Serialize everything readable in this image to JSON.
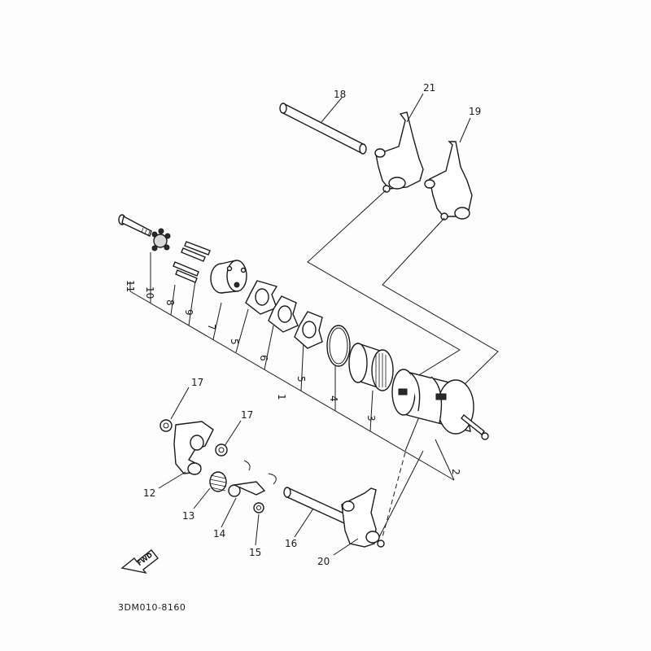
{
  "diagram_code": "3DM010-8160",
  "fwd_label": "FWD",
  "callouts": [
    {
      "id": "c1",
      "text": "1"
    },
    {
      "id": "c2",
      "text": "2"
    },
    {
      "id": "c3",
      "text": "3"
    },
    {
      "id": "c4",
      "text": "4"
    },
    {
      "id": "c5a",
      "text": "5"
    },
    {
      "id": "c5b",
      "text": "5"
    },
    {
      "id": "c6",
      "text": "6"
    },
    {
      "id": "c7",
      "text": "7"
    },
    {
      "id": "c8",
      "text": "8"
    },
    {
      "id": "c9",
      "text": "9"
    },
    {
      "id": "c10",
      "text": "10"
    },
    {
      "id": "c11",
      "text": "11"
    },
    {
      "id": "c12",
      "text": "12"
    },
    {
      "id": "c13",
      "text": "13"
    },
    {
      "id": "c14",
      "text": "14"
    },
    {
      "id": "c15",
      "text": "15"
    },
    {
      "id": "c16",
      "text": "16"
    },
    {
      "id": "c17a",
      "text": "17"
    },
    {
      "id": "c17b",
      "text": "17"
    },
    {
      "id": "c18",
      "text": "18"
    },
    {
      "id": "c19",
      "text": "19"
    },
    {
      "id": "c20",
      "text": "20"
    },
    {
      "id": "c21",
      "text": "21"
    }
  ]
}
